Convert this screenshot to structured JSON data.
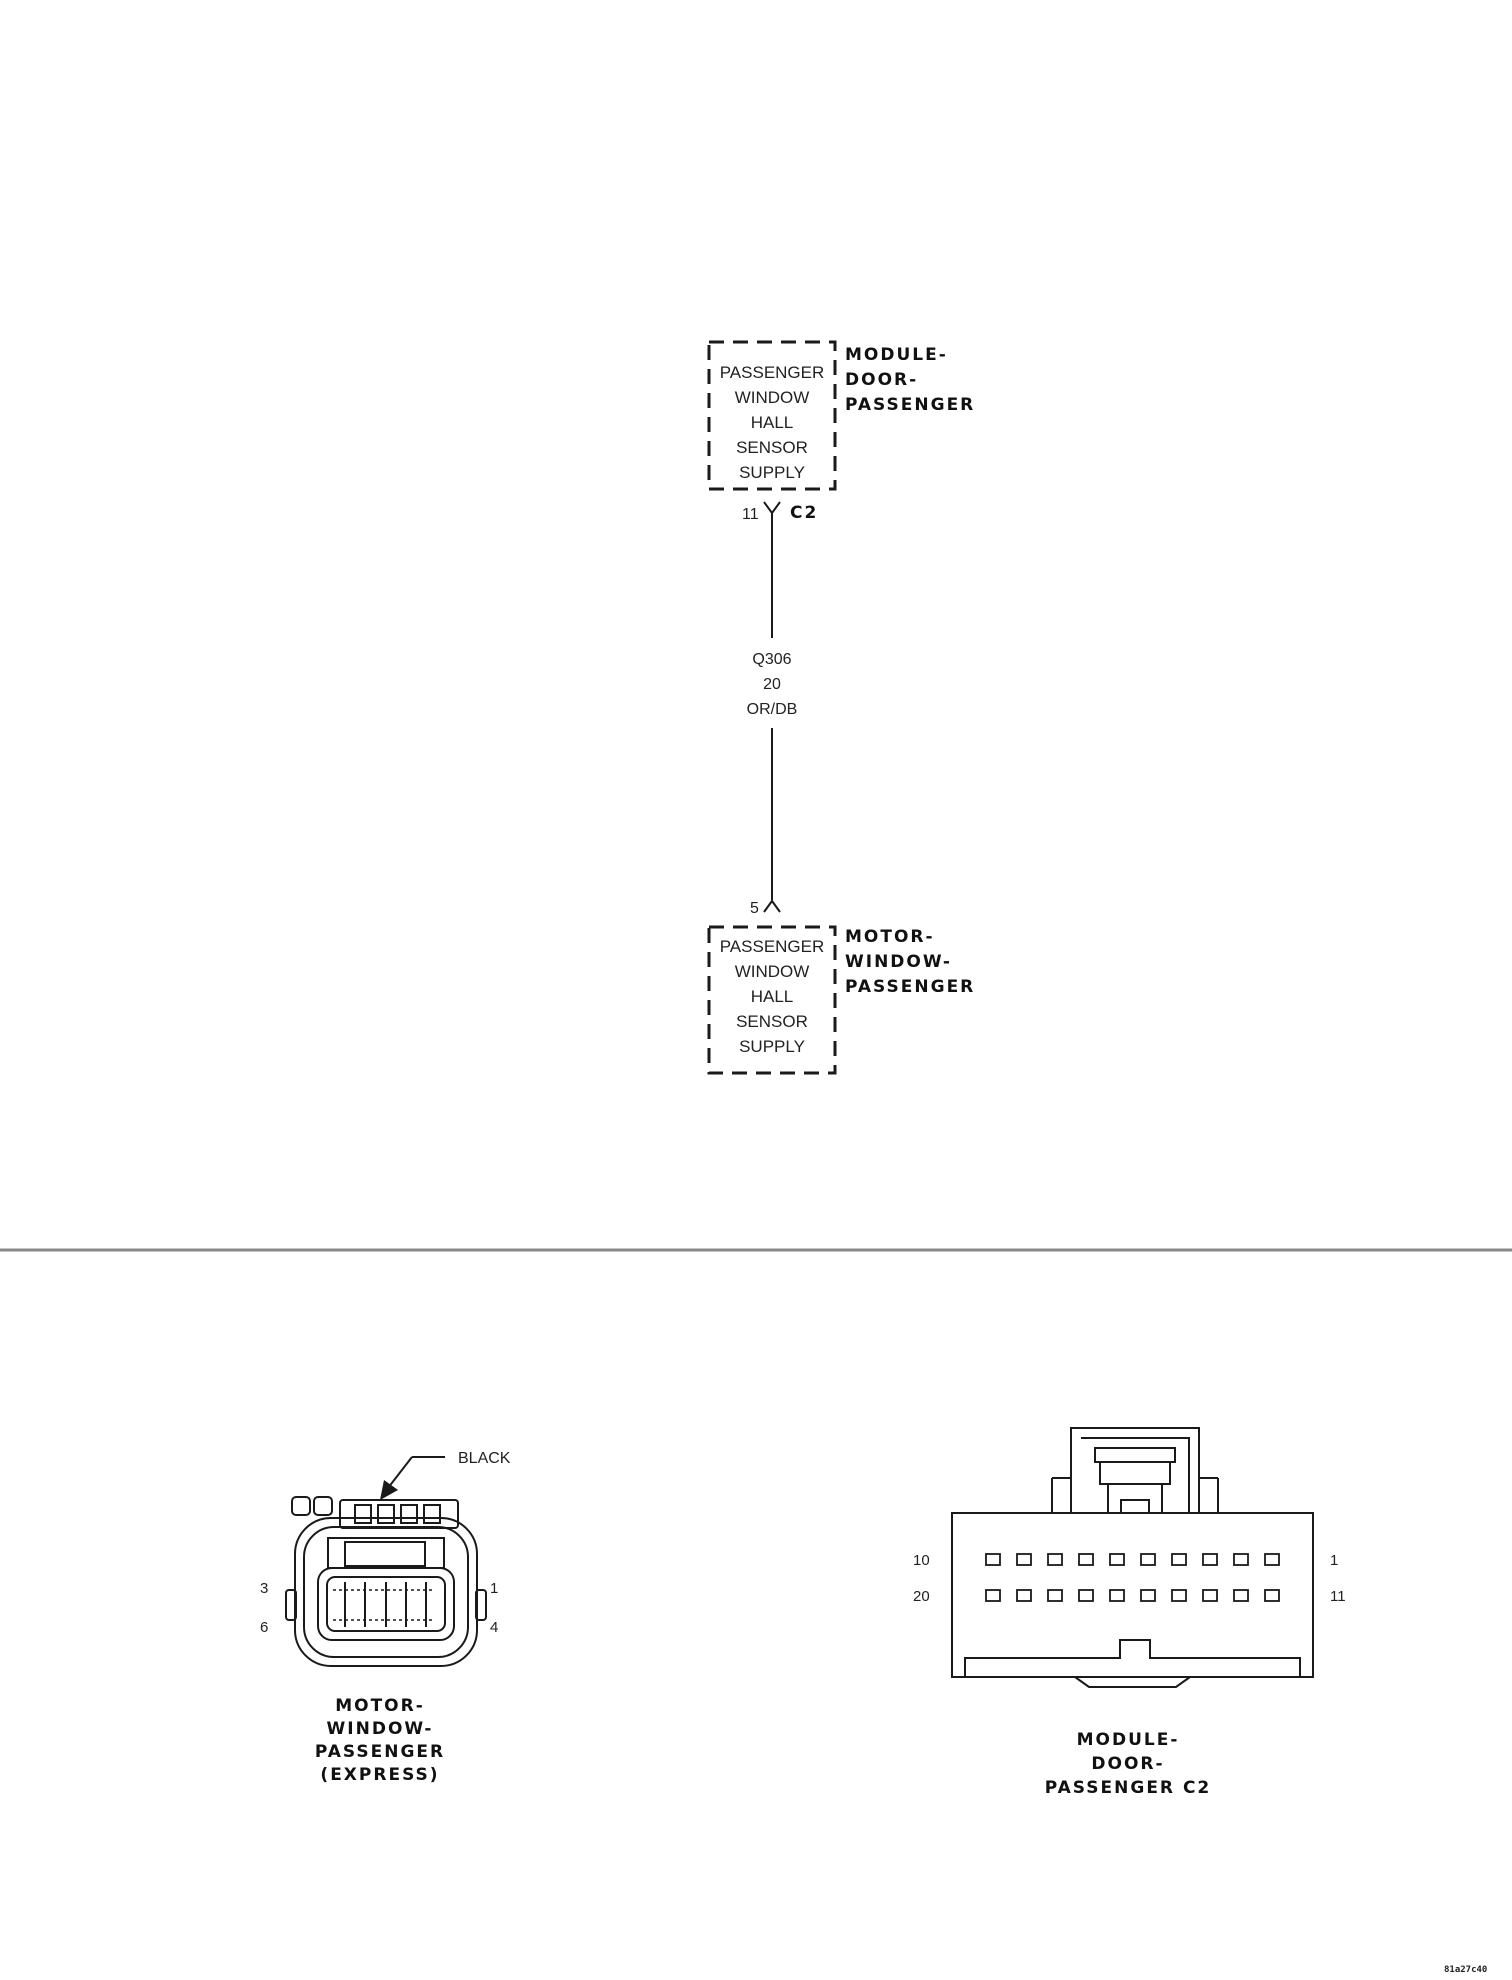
{
  "schematic": {
    "module_box": {
      "lines": [
        "PASSENGER",
        "WINDOW",
        "HALL",
        "SENSOR",
        "SUPPLY"
      ],
      "component_label": [
        "MODULE-",
        "DOOR-",
        "PASSENGER"
      ]
    },
    "top_connector": {
      "pin": "11",
      "name": "C2"
    },
    "wire": {
      "circuit": "Q306",
      "gauge": "20",
      "color": "OR/DB"
    },
    "bottom_connector": {
      "pin": "5"
    },
    "motor_box": {
      "lines": [
        "PASSENGER",
        "WINDOW",
        "HALL",
        "SENSOR",
        "SUPPLY"
      ],
      "component_label": [
        "MOTOR-",
        "WINDOW-",
        "PASSENGER"
      ]
    }
  },
  "connector_views": {
    "motor": {
      "color_callout": "BLACK",
      "pins": {
        "top_left": "3",
        "bottom_left": "6",
        "top_right": "1",
        "bottom_right": "4"
      },
      "title": [
        "MOTOR-",
        "WINDOW-",
        "PASSENGER",
        "(EXPRESS)"
      ]
    },
    "module": {
      "pins": {
        "row1_left": "10",
        "row2_left": "20",
        "row1_right": "1",
        "row2_right": "11"
      },
      "title": [
        "MODULE-",
        "DOOR-",
        "PASSENGER C2"
      ]
    }
  },
  "figure_code": "81a27c40"
}
